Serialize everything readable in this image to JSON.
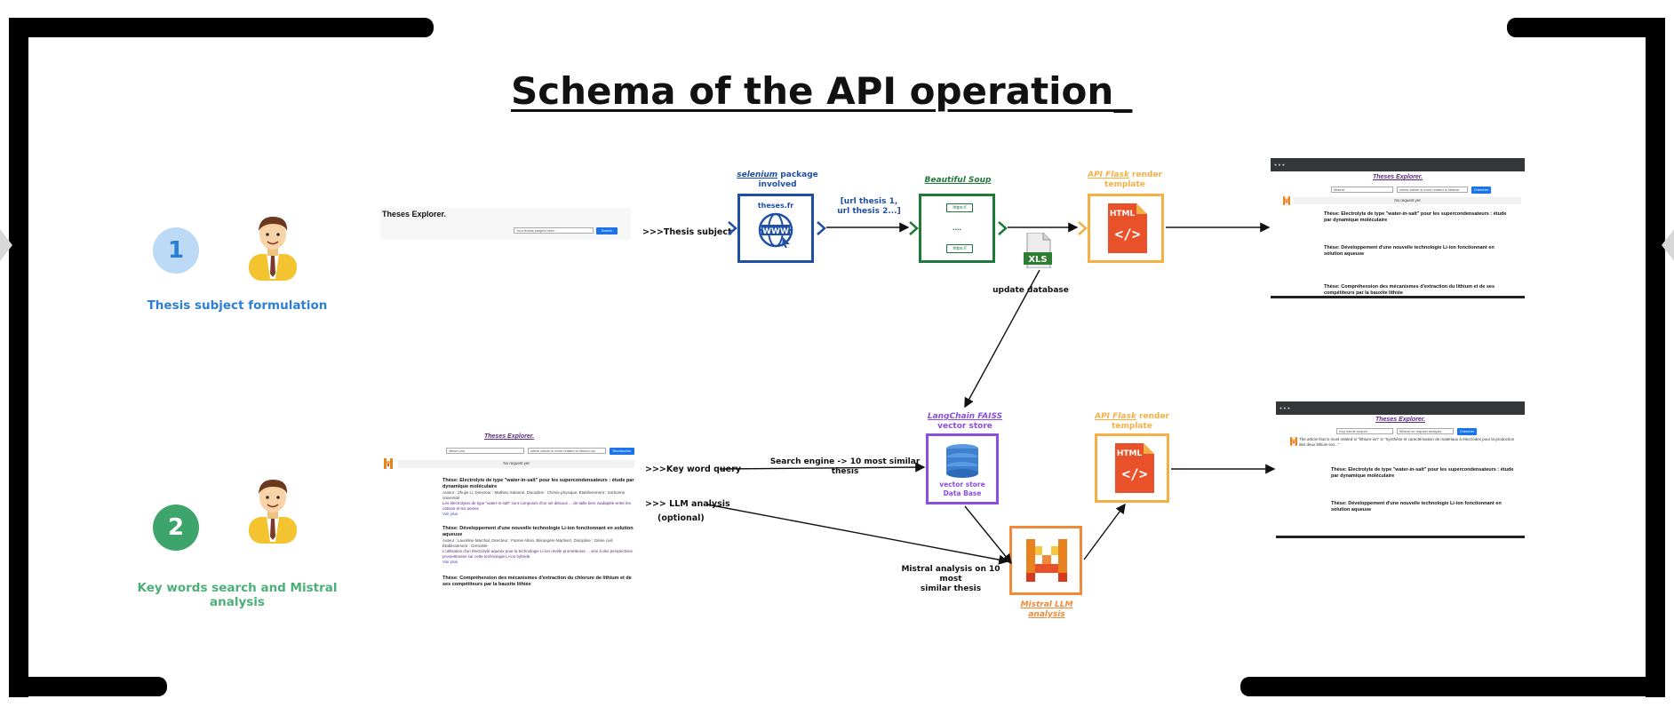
{
  "title": "Schema of the API operation_",
  "steps": [
    {
      "number": "1",
      "label": "Thesis subject formulation",
      "color": "#2d7fd3",
      "circle_bg": "#bcdaf5"
    },
    {
      "number": "2",
      "label": "Key words search and Mistral analysis",
      "color": "#4caf78",
      "circle_bg": "#3da46c"
    }
  ],
  "mini1": {
    "heading": "Theses Explorer.",
    "placeholder": "Your thesis subject here...",
    "button": "Search"
  },
  "mini2": {
    "heading": "Theses Explorer.",
    "input_a": "lithium-ion",
    "input_b": "which article is more related to lithium-ion",
    "button": "Rechercher",
    "banner": "No request yet",
    "results": [
      {
        "title": "Thèse: Electrolyte de type \"water-in-salt\" pour les supercondensateurs : étude par dynamique moléculaire",
        "meta": "Auteur : Zhujie Li, Directeur : Mathieu Salanne, Discipline : Chimie physique, Établissement : Sorbonne université",
        "text": "Les électrolytes de type \"water-in-salt\" sont composés d'un sel dissous ... de taille bien inadaptée entre les cations et les anions",
        "link": "Voir plus"
      },
      {
        "title": "Thèse: Développement d'une nouvelle technologie Li-ion fonctionnant en solution aqueuse",
        "meta": "Auteur : Lauréline Marchal, Directeur : Fannie Alloin, Bérangère Martinez, Discipline : Génie civil, Établissement : Grenoble",
        "text": "L'utilisation d'un électrolyte aqueux pour la technologie Li-ion révèle prometteuse ... vise à des perspectives prometteuses sur cette technologie Li-ion hybride.",
        "link": "Voir plus"
      },
      {
        "title": "Thèse: Compréhension des mécanismes d'extraction du chlorure de lithium et de ses compétiteurs par la bauxite lithiée",
        "meta": "",
        "text": "",
        "link": ""
      }
    ]
  },
  "flow_labels": {
    "thesis_subject": ">>>Thesis subject",
    "keyword_query": ">>>Key word query",
    "llm_analysis": ">>> LLM analysis",
    "optional": "(optional)"
  },
  "nodes": {
    "selenium": {
      "caption_em": "selenium",
      "caption_rest": " package",
      "caption_line2": "involved",
      "inner_label": "theses.fr",
      "inner_icon": "WWW",
      "color": "#1f4fa5"
    },
    "urls": {
      "label": "[url thesis 1,\nurl thesis 2...]",
      "color": "#1f4fa5"
    },
    "soup": {
      "caption": "Beautiful Soup",
      "chip": "https://",
      "dots": "....",
      "color": "#1f7a3a"
    },
    "render1": {
      "caption_em": "API Flask",
      "caption_rest": " render",
      "caption_line2": "template",
      "icon_text": "HTML",
      "icon_code": "</>",
      "color": "#f5b044"
    },
    "xls": {
      "label": "XLS",
      "color": "#2e7d32"
    },
    "update_db": "update database",
    "faiss": {
      "caption_em": "LangChain FAISS",
      "caption_line2": "vector store",
      "inner_l1": "vector store",
      "inner_l2": "Data Base",
      "color": "#8a4fe0",
      "db_color": "#3f7fd0"
    },
    "search_engine": "Search engine -> 10 most similar thesis",
    "render2": {
      "caption_em": "API Flask",
      "caption_rest": " render",
      "caption_line2": "template",
      "icon_text": "HTML",
      "icon_code": "</>",
      "color": "#f5b044"
    },
    "mistral": {
      "caption": "Mistral LLM analysis",
      "color": "#f08a3a"
    },
    "mistral_edge": "Mistral analysis on 10 most\nsimilar thesis"
  },
  "result1": {
    "heading": "Theses Explorer.",
    "input_a": "Mistral",
    "input_b": "which article is more related to Mistral",
    "button": "Chercher",
    "banner": "No request yet",
    "results": [
      {
        "title": "Thèse: Electrolyte de type \"water-in-salt\" pour les supercondensateurs : étude par dynamique moléculaire"
      },
      {
        "title": "Thèse: Développement d'une nouvelle technologie Li-ion fonctionnant en solution aqueuse"
      },
      {
        "title": "Thèse: Compréhension des mécanismes d'extraction du lithium et de ses compétiteurs par la bauxite lithiée"
      }
    ]
  },
  "result2": {
    "heading": "Theses Explorer.",
    "input_a": "Key words search",
    "input_b": "Mistral on request analysis",
    "button": "Chercher",
    "summary": "The article that is most related to \"lithium-ion\" is \"Synthèse et caractérisation de matériaux à électrodes pour la production des deux lithium-ion...\"",
    "results": [
      {
        "title": "Thèse: Electrolyte de type \"water-in-salt\" pour les supercondensateurs : étude par dynamique moléculaire"
      },
      {
        "title": "Thèse: Développement d'une nouvelle technologie Li-ion fonctionnant en solution aqueuse"
      }
    ]
  },
  "colors": {
    "frame": "#000000",
    "arrow": "#111111"
  }
}
